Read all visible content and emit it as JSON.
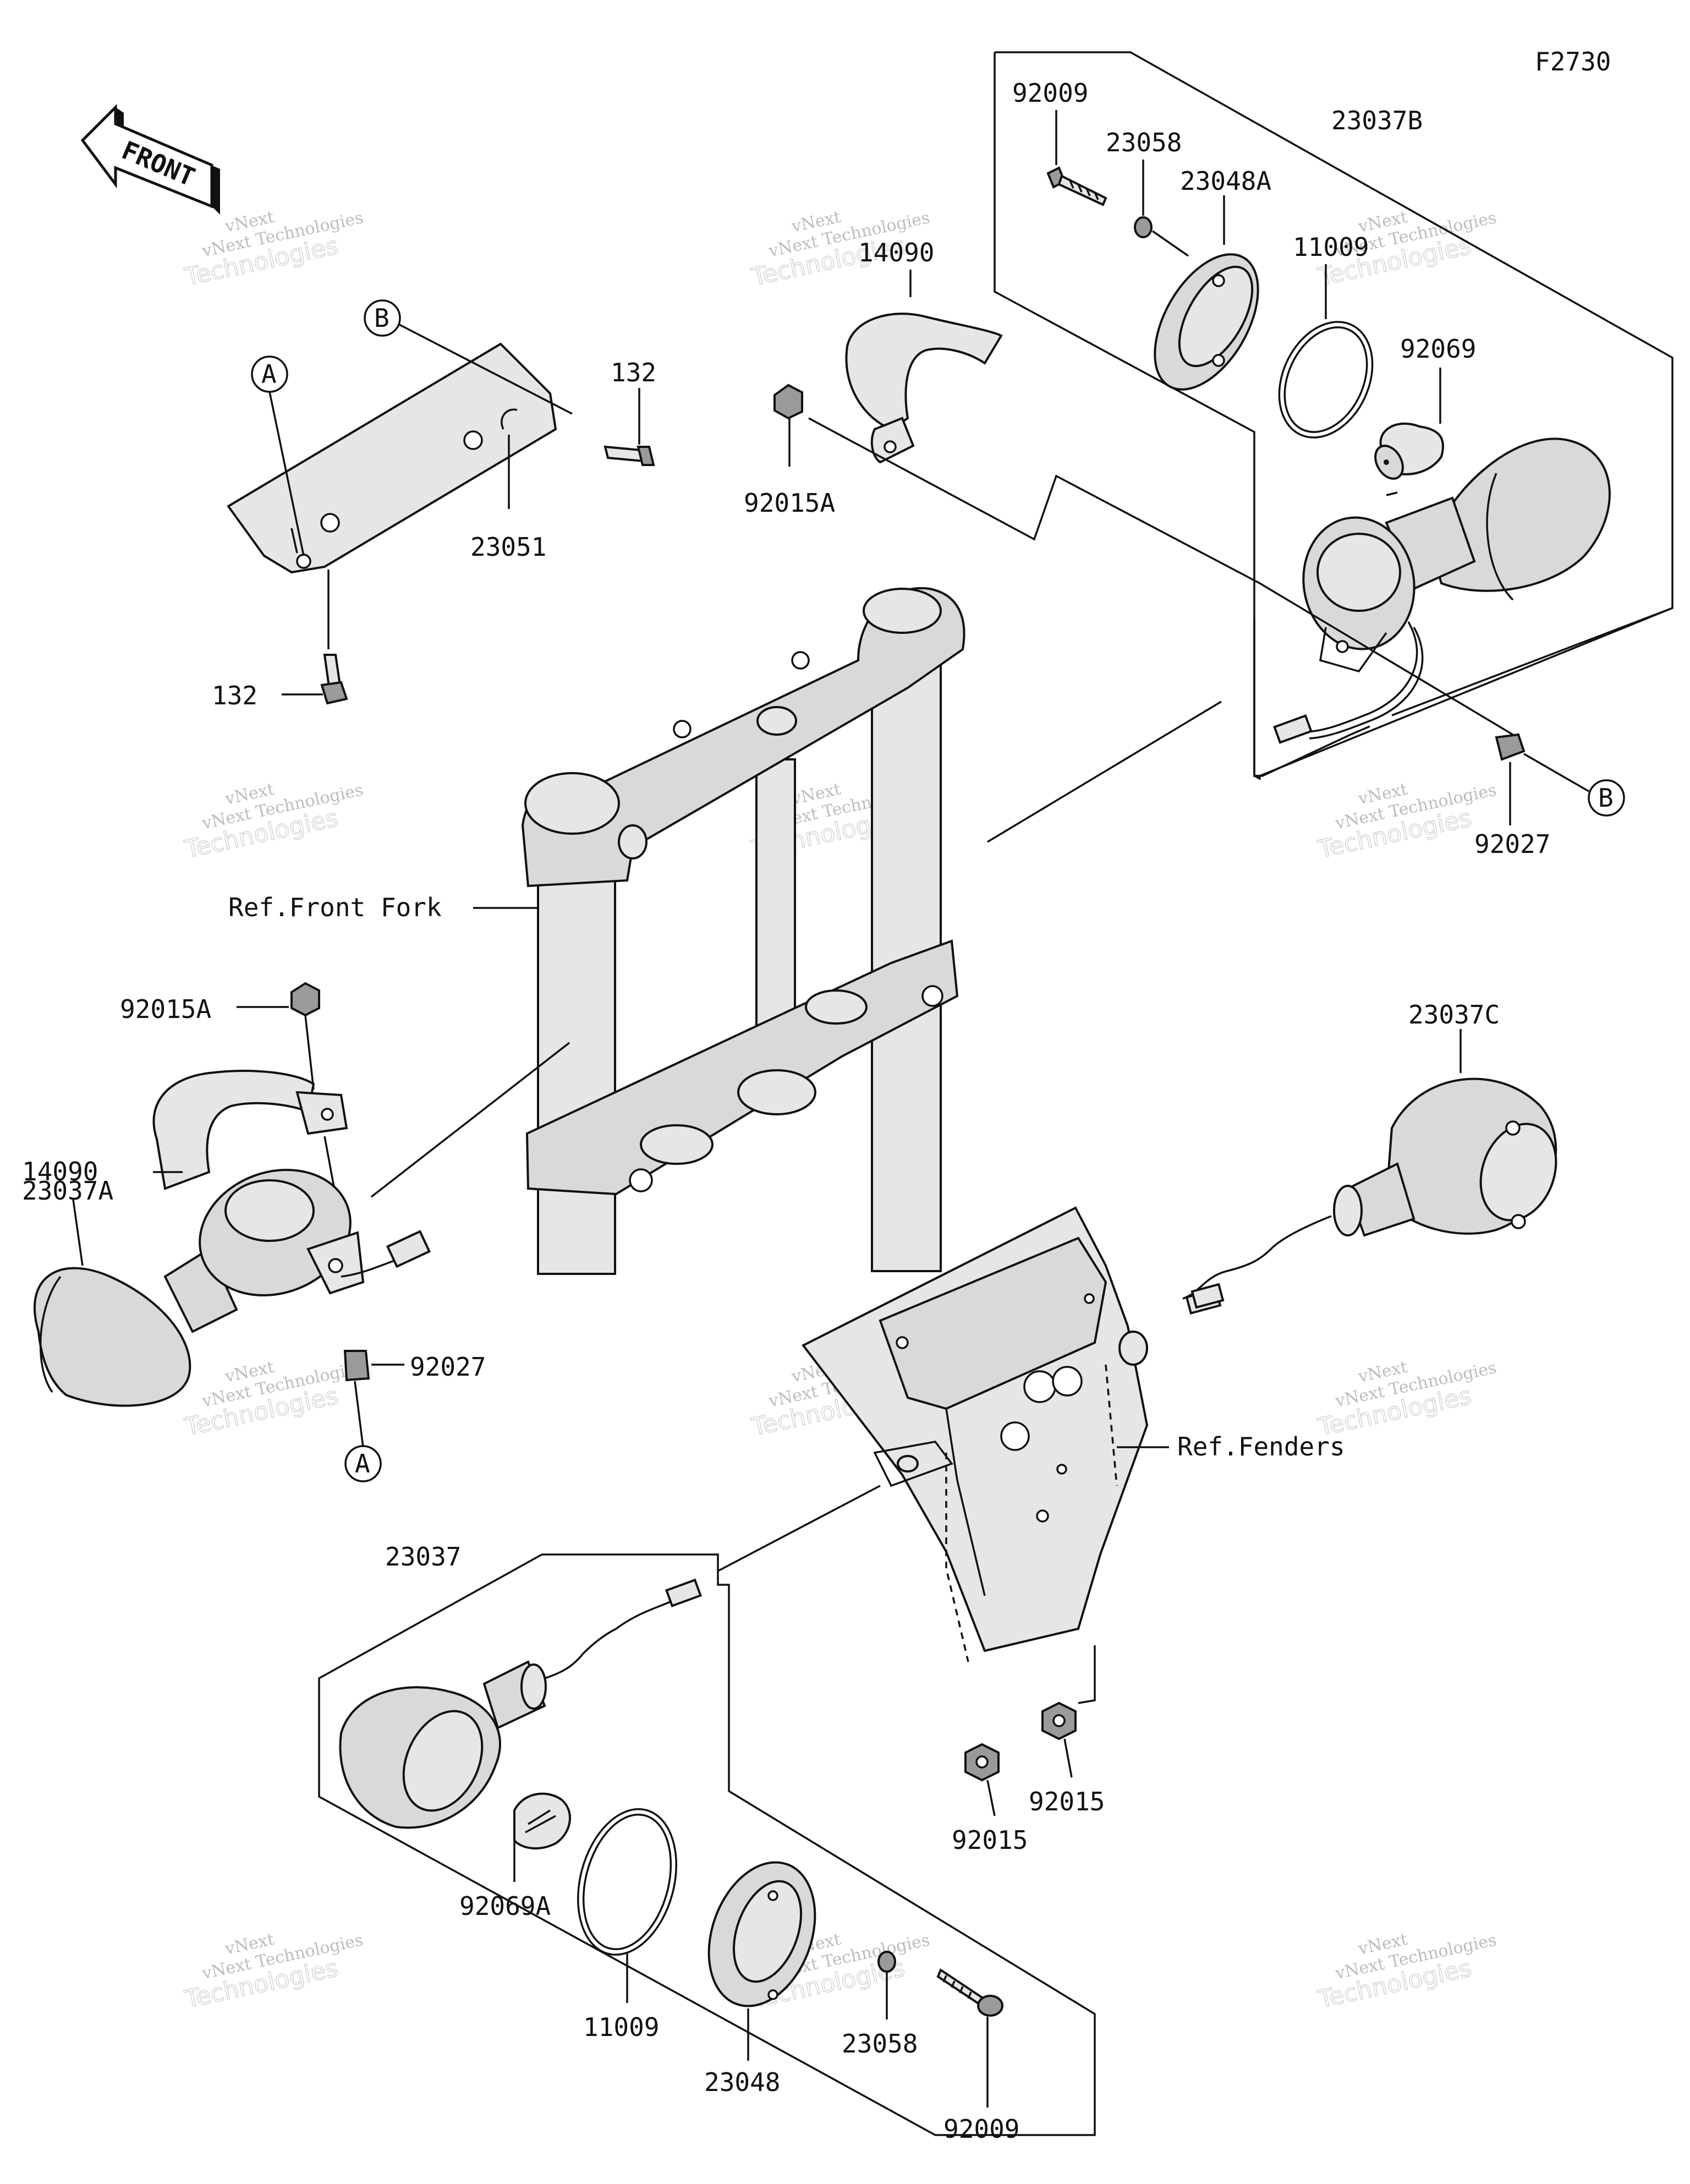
{
  "figure_code": "F2730",
  "front_label": "FRONT",
  "callouts": {
    "A": "A",
    "B": "B"
  },
  "part_numbers": {
    "p92009_top": "92009",
    "p23058_top": "23058",
    "p23037B": "23037B",
    "p23048A": "23048A",
    "p11009_top": "11009",
    "p92069": "92069",
    "p14090_top": "14090",
    "p92015A_top": "92015A",
    "p132_top": "132",
    "p23051": "23051",
    "p132_bottom": "132",
    "p92027_top": "92027",
    "p92015A_left": "92015A",
    "p14090_left": "14090",
    "p23037A": "23037A",
    "p92027_left": "92027",
    "p23037C": "23037C",
    "p23037": "23037",
    "p92069A": "92069A",
    "p11009_bottom": "11009",
    "p23048": "23048",
    "p23058_bottom": "23058",
    "p92009_bottom": "92009",
    "p92015_left": "92015",
    "p92015_right": "92015"
  },
  "references": {
    "front_fork": "Ref.Front Fork",
    "fenders": "Ref.Fenders"
  },
  "watermark": {
    "brand": "vNext",
    "line1": "vNext Technologies",
    "line2": "Technologies"
  }
}
